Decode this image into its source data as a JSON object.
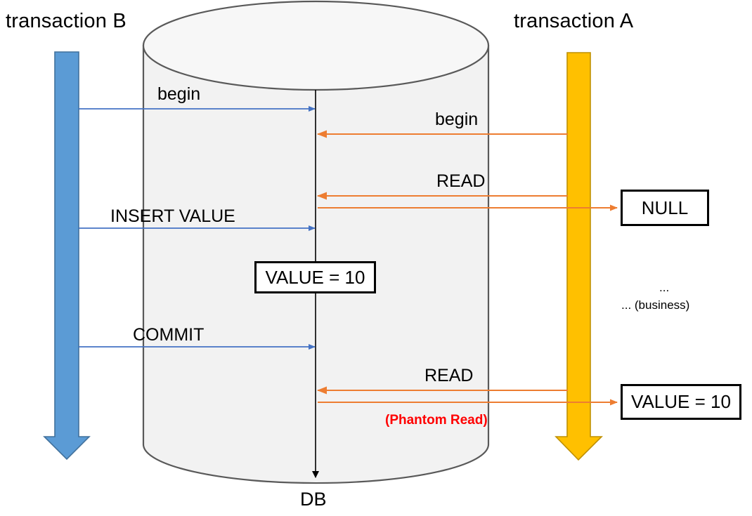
{
  "diagram": {
    "title_left": "transaction B",
    "title_right": "transaction A",
    "db_label": "DB"
  },
  "colors": {
    "blue_fill": "#5B9BD5",
    "blue_stroke": "#41719C",
    "yellow_fill": "#FFC000",
    "yellow_stroke": "#BF9000",
    "orange_line": "#ED7D31",
    "blue_line": "#4472C4",
    "cylinder_fill": "#F2F2F2",
    "cylinder_stroke": "#595959",
    "phantom_red": "#FF0000",
    "black": "#000000"
  },
  "lifelines": {
    "left": {
      "name": "transaction-b-lifeline",
      "color": "#5B9BD5"
    },
    "right": {
      "name": "transaction-a-lifeline",
      "color": "#FFC000"
    }
  },
  "messages_left": [
    {
      "label": "begin",
      "direction": "to-db"
    },
    {
      "label": "INSERT VALUE",
      "direction": "to-db"
    },
    {
      "label": "COMMIT",
      "direction": "to-db"
    }
  ],
  "messages_right": [
    {
      "label": "begin",
      "direction": "to-db"
    },
    {
      "label": "READ",
      "direction": "to-db"
    },
    {
      "label": "READ",
      "direction": "to-db"
    }
  ],
  "boxes": {
    "db_state": "VALUE = 10",
    "read_result_1": "NULL",
    "read_result_2": "VALUE = 10"
  },
  "annotations": {
    "phantom_read": "(Phantom Read)",
    "business_dots": "...",
    "business_text": "... (business)"
  }
}
